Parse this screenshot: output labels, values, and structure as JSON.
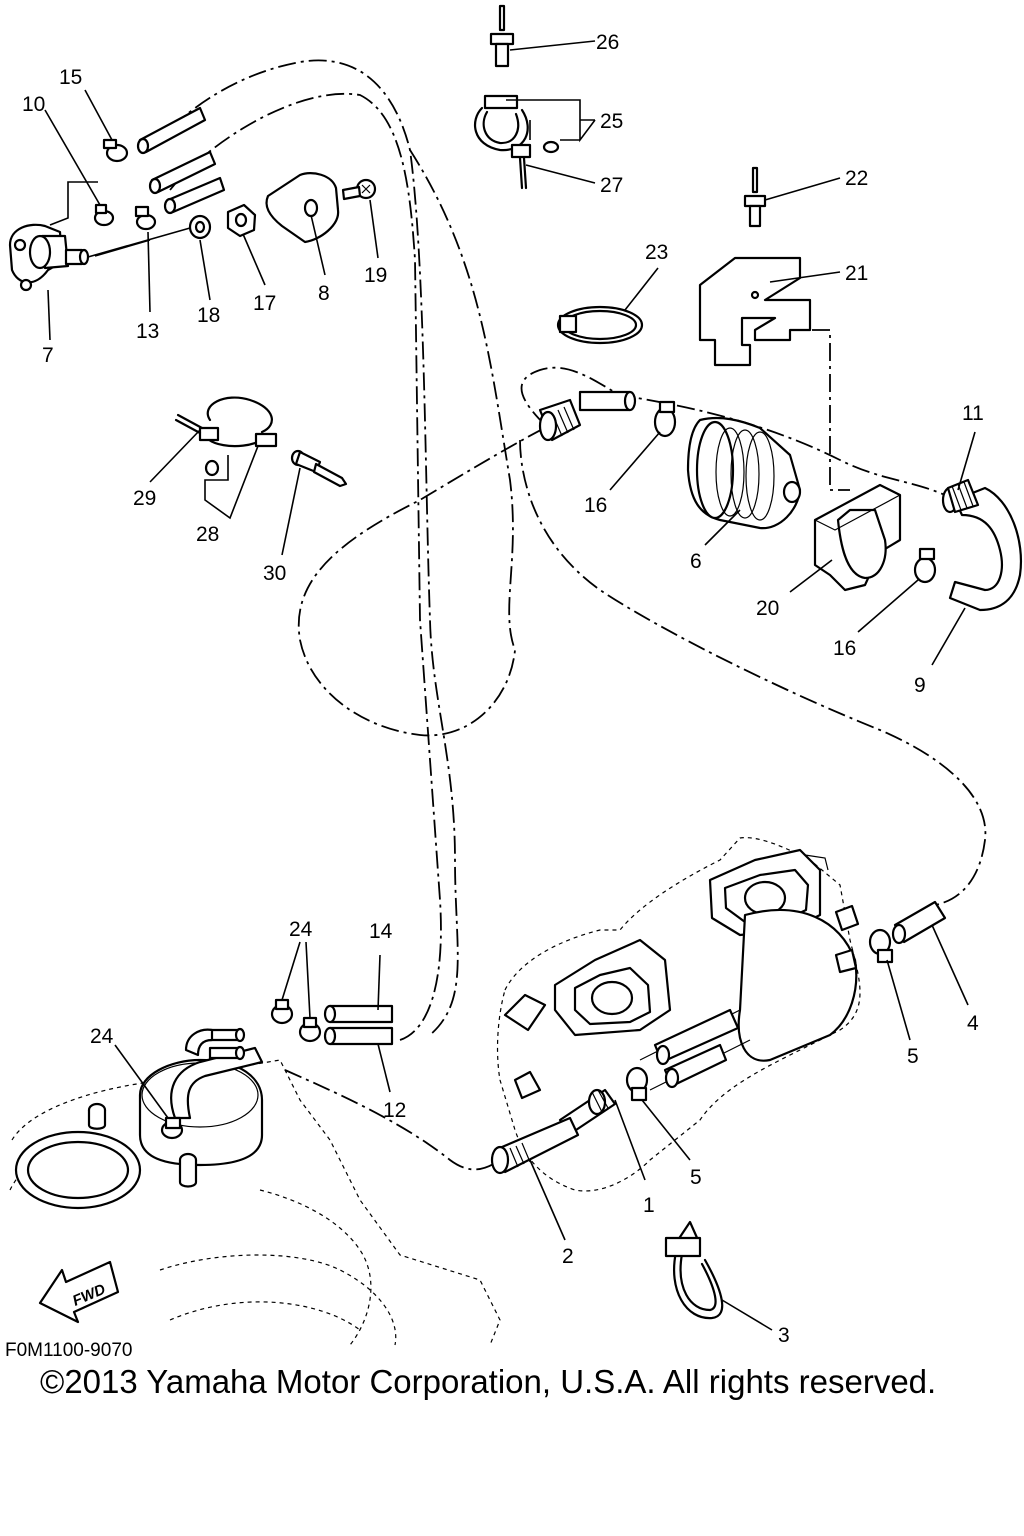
{
  "diagram": {
    "drawing_code": "F0M1100-9070",
    "copyright": "©2013 Yamaha Motor Corporation, U.S.A. All rights reserved.",
    "direction_tag": "FWD",
    "callouts": [
      {
        "id": "c1",
        "text": "1"
      },
      {
        "id": "c2",
        "text": "2"
      },
      {
        "id": "c3",
        "text": "3"
      },
      {
        "id": "c4",
        "text": "4"
      },
      {
        "id": "c5a",
        "text": "5"
      },
      {
        "id": "c5b",
        "text": "5"
      },
      {
        "id": "c6",
        "text": "6"
      },
      {
        "id": "c7",
        "text": "7"
      },
      {
        "id": "c8",
        "text": "8"
      },
      {
        "id": "c9",
        "text": "9"
      },
      {
        "id": "c10",
        "text": "10"
      },
      {
        "id": "c11",
        "text": "11"
      },
      {
        "id": "c12",
        "text": "12"
      },
      {
        "id": "c13",
        "text": "13"
      },
      {
        "id": "c14",
        "text": "14"
      },
      {
        "id": "c15",
        "text": "15"
      },
      {
        "id": "c16a",
        "text": "16"
      },
      {
        "id": "c16b",
        "text": "16"
      },
      {
        "id": "c17",
        "text": "17"
      },
      {
        "id": "c18",
        "text": "18"
      },
      {
        "id": "c19",
        "text": "19"
      },
      {
        "id": "c20",
        "text": "20"
      },
      {
        "id": "c21",
        "text": "21"
      },
      {
        "id": "c22",
        "text": "22"
      },
      {
        "id": "c23",
        "text": "23"
      },
      {
        "id": "c24a",
        "text": "24"
      },
      {
        "id": "c24b",
        "text": "24"
      },
      {
        "id": "c25",
        "text": "25"
      },
      {
        "id": "c26",
        "text": "26"
      },
      {
        "id": "c27",
        "text": "27"
      },
      {
        "id": "c28",
        "text": "28"
      },
      {
        "id": "c29",
        "text": "29"
      },
      {
        "id": "c30",
        "text": "30"
      }
    ]
  }
}
